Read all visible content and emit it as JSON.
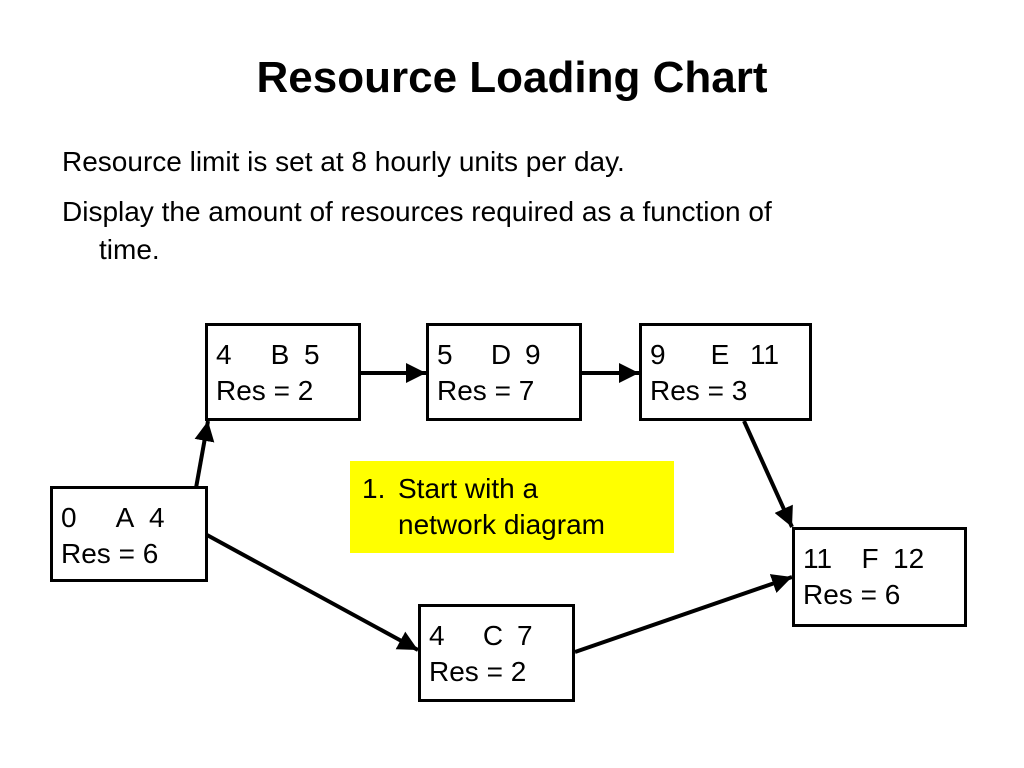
{
  "slide": {
    "title": "Resource Loading Chart",
    "bullets": [
      "Resource limit is set at 8 hourly units per day.",
      "Display the amount of resources required as a function of",
      "time."
    ]
  },
  "nodes": {
    "A": {
      "es": "0",
      "name": "A",
      "ef": "4",
      "res": "Res = 6"
    },
    "B": {
      "es": "4",
      "name": "B",
      "ef": "5",
      "res": "Res = 2"
    },
    "C": {
      "es": "4",
      "name": "C",
      "ef": "7",
      "res": "Res = 2"
    },
    "D": {
      "es": "5",
      "name": "D",
      "ef": "9",
      "res": "Res = 7"
    },
    "E": {
      "es": "9",
      "name": "E",
      "ef": "11",
      "res": "Res = 3"
    },
    "F": {
      "es": "11",
      "name": "F",
      "ef": "12",
      "res": "Res = 6"
    }
  },
  "edges": [
    {
      "from": "A",
      "to": "B"
    },
    {
      "from": "A",
      "to": "C"
    },
    {
      "from": "B",
      "to": "D"
    },
    {
      "from": "D",
      "to": "E"
    },
    {
      "from": "E",
      "to": "F"
    },
    {
      "from": "C",
      "to": "F"
    }
  ],
  "callout": {
    "number": "1.",
    "line1": "Start with a",
    "line2": "network diagram",
    "color": "#ffff00"
  }
}
